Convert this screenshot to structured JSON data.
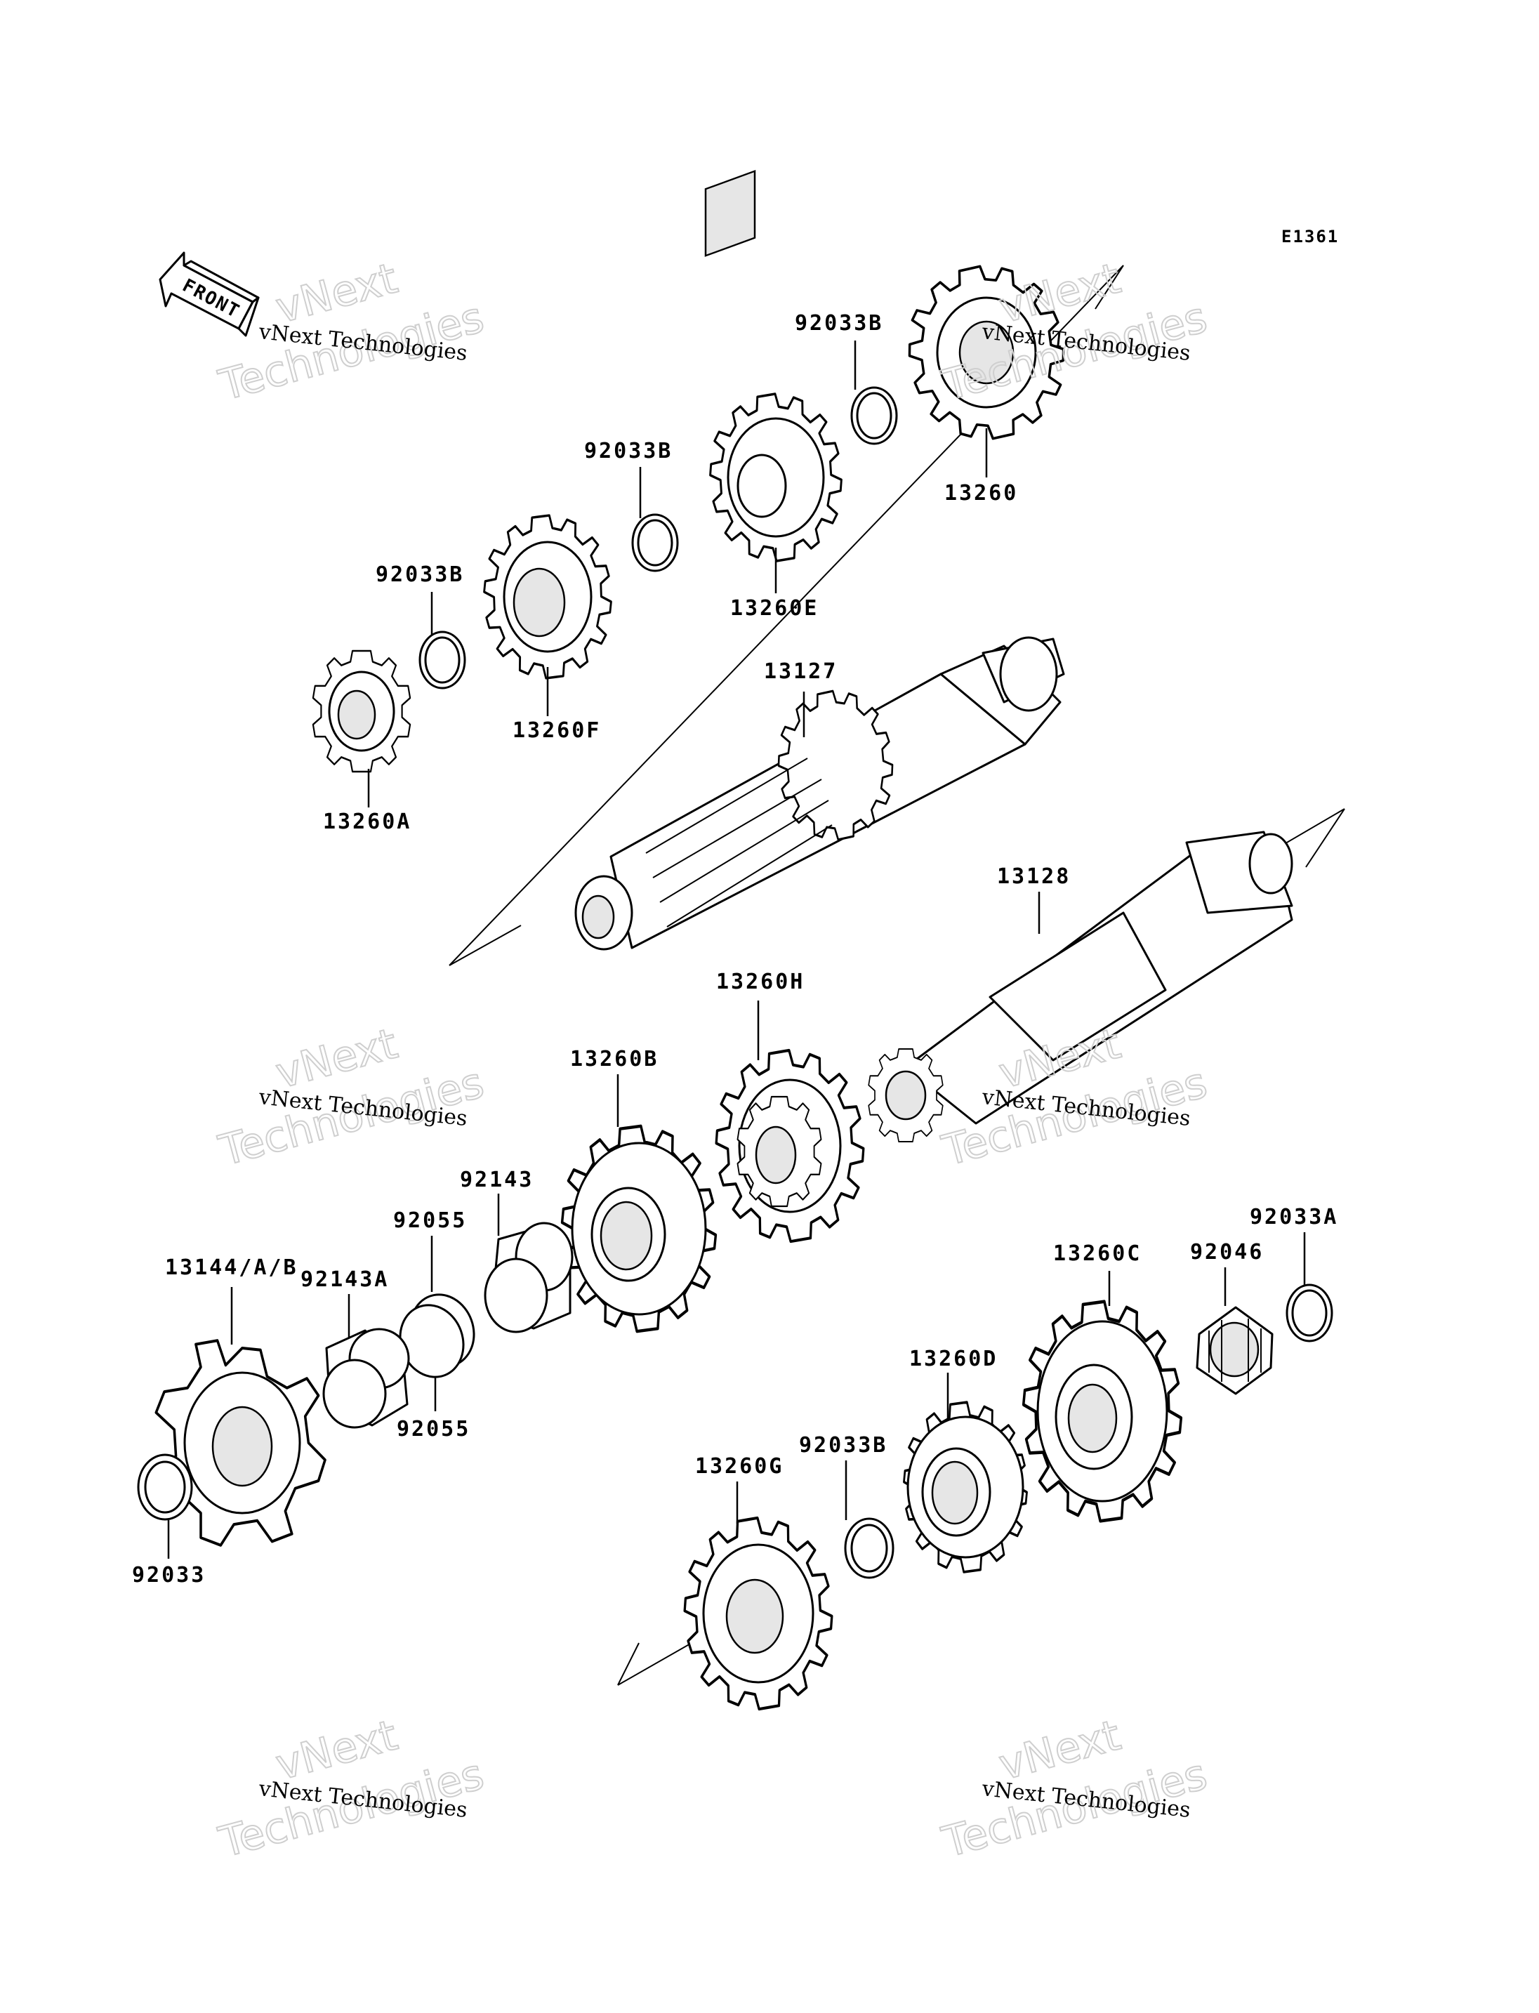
{
  "diagram_code": "E1361",
  "front_indicator": "FRONT",
  "watermark": {
    "small": "vNext Technologies",
    "big_line1": "vNext",
    "big_line2": "Technologies"
  },
  "parts": {
    "p13260": "13260",
    "p92033B_top": "92033B",
    "p92033B_mid": "92033B",
    "p13260E": "13260E",
    "p92033B_left": "92033B",
    "p13260F": "13260F",
    "p13260A": "13260A",
    "p13127": "13127",
    "p13128": "13128",
    "p13260H": "13260H",
    "p13260B": "13260B",
    "p92143": "92143",
    "p92055_top": "92055",
    "p92055_bottom": "92055",
    "p92143A": "92143A",
    "p13144": "13144/A/B",
    "p92033": "92033",
    "p92033A": "92033A",
    "p92046": "92046",
    "p13260C": "13260C",
    "p13260D": "13260D",
    "p92033B_low": "92033B",
    "p13260G": "13260G"
  }
}
